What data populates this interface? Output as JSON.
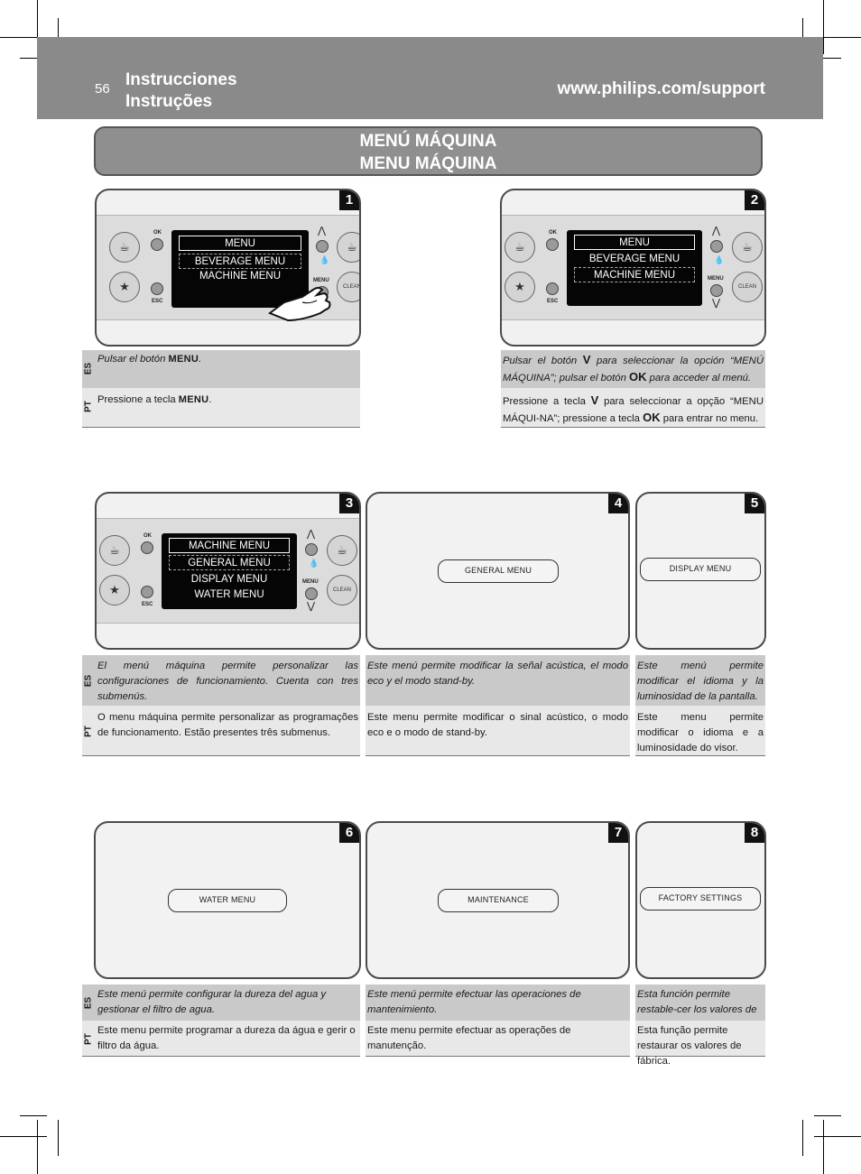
{
  "header": {
    "page_number": "56",
    "title_es": "Instrucciones",
    "title_pt": "Instruções",
    "url": "www.philips.com/support"
  },
  "banner": {
    "line1": "MENÚ MÁQUINA",
    "line2": "MENU MÁQUINA"
  },
  "control": {
    "ok": "OK",
    "esc": "ESC",
    "menu": "MENU",
    "clean": "CLEAN",
    "up": "^",
    "down": "v"
  },
  "panels": {
    "p1": {
      "number": "1",
      "lines": [
        "MENU",
        "BEVERAGE MENU",
        "MACHINE MENU"
      ]
    },
    "p2": {
      "number": "2",
      "lines": [
        "MENU",
        "BEVERAGE MENU",
        "MACHINE MENU"
      ]
    },
    "p3": {
      "number": "3",
      "lines": [
        "MACHINE MENU",
        "GENERAL MENU",
        "DISPLAY MENU",
        "WATER MENU"
      ]
    },
    "p4": {
      "number": "4",
      "pill": "GENERAL MENU"
    },
    "p5": {
      "number": "5",
      "pill": "DISPLAY MENU"
    },
    "p6": {
      "number": "6",
      "pill": "WATER MENU"
    },
    "p7": {
      "number": "7",
      "pill": "MAINTENANCE"
    },
    "p8": {
      "number": "8",
      "pill": "FACTORY SETTINGS"
    }
  },
  "langs": {
    "es": "ES",
    "pt": "PT"
  },
  "texts": {
    "t1_es_a": "Pulsar el botón ",
    "t1_es_kw": "MENU",
    "t1_es_b": ".",
    "t1_pt_a": "Pressione a tecla ",
    "t1_pt_kw": "MENU",
    "t1_pt_b": ".",
    "t2_es_a": "Pulsar el botón ",
    "t2_es_kw1": "V",
    "t2_es_b": " para seleccionar la opción “MENÚ MÁQUINA”; pulsar el botón ",
    "t2_es_kw2": "OK",
    "t2_es_c": " para acceder al menú.",
    "t2_pt_a": "Pressione a tecla ",
    "t2_pt_kw1": "V",
    "t2_pt_b": " para seleccionar a opção “MENU MÁQUI-NA”; pressione a tecla ",
    "t2_pt_kw2": "OK",
    "t2_pt_c": " para entrar no menu.",
    "t3_es": "El menú máquina permite personalizar las configuraciones de funcionamiento. Cuenta con tres submenús.",
    "t3_pt": "O menu máquina permite personalizar as programações de funcionamento. Estão presentes três submenus.",
    "t4_es": "Este menú permite modificar la señal acústica, el modo eco y el modo stand-by.",
    "t4_pt": "Este menu permite modificar o sinal acústico, o modo eco e o modo de stand-by.",
    "t5_es": "Este menú permite modificar el idioma y la luminosidad de la pantalla.",
    "t5_pt": "Este menu permite modificar o idioma e a luminosidade do visor.",
    "t6_es": "Este menú permite configurar la dureza del agua y gestionar el filtro de agua.",
    "t6_pt": "Este menu permite programar a dureza da água e gerir o filtro da água.",
    "t7_es": "Este menú permite efectuar las operaciones de mantenimiento.",
    "t7_pt": "Este menu permite efectuar as operações de manutenção.",
    "t8_es": "Esta función permite restable-cer los valores de fábrica.",
    "t8_pt": "Esta função permite restaurar os valores de fábrica."
  }
}
